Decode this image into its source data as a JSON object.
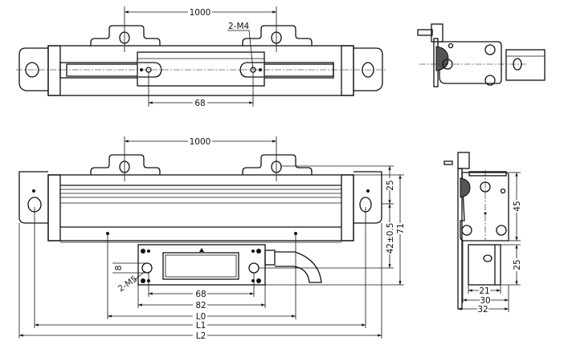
{
  "top_view": {
    "dim_mount_spacing": "1000",
    "dim_slot_spacing": "68",
    "thread_callout": "2-M4"
  },
  "front_view": {
    "dim_mount_spacing": "1000",
    "dim_top": "25",
    "dim_reader": "42±0.5",
    "dim_height": "71",
    "dim_hole_offset": "8",
    "thread_callout": "2-M5",
    "dim_hole_spacing": "68",
    "dim_reader_width": "82",
    "dim_l0": "L0",
    "dim_l1": "L1",
    "dim_l2": "L2"
  },
  "side_view": {
    "dim_body": "45",
    "dim_reader": "25",
    "dim_21": "21",
    "dim_30": "30",
    "dim_32": "32"
  }
}
